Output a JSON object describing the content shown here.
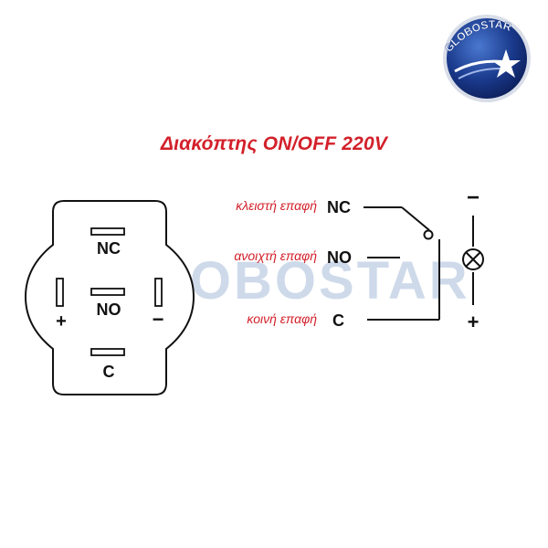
{
  "title": "Διακόπτης ON/OFF 220V",
  "brand": {
    "name": "GLOBOSTAR",
    "watermark": "GLOBOSTAR",
    "colors": {
      "navy": "#1a3a8c",
      "star": "#ffffff",
      "ring": "#b9c2d6",
      "watermark": "#b8c9df"
    }
  },
  "switch_body": {
    "terminals": [
      "NC",
      "NO",
      "C"
    ],
    "lamp_plus": "+",
    "lamp_minus": "−"
  },
  "schematic": {
    "rows": [
      {
        "description": "κλειστή επαφή",
        "terminal": "NC"
      },
      {
        "description": "ανοιχτή επαφή",
        "terminal": "NO"
      },
      {
        "description": "κοινή επαφή",
        "terminal": "C"
      }
    ],
    "lamp_minus": "−",
    "lamp_plus": "+",
    "lamp_icon": "lamp-icon"
  },
  "colors": {
    "title": "#d3202a",
    "labels": "#d3202a",
    "lines": "#111111"
  }
}
